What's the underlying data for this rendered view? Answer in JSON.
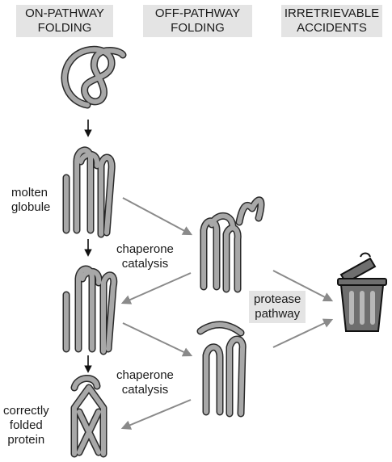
{
  "headers": {
    "on_pathway": [
      "ON-PATHWAY",
      "FOLDING"
    ],
    "off_pathway": [
      "OFF-PATHWAY",
      "FOLDING"
    ],
    "irretrievable": [
      "IRRETRIEVABLE",
      "ACCIDENTS"
    ]
  },
  "labels": {
    "molten_globule": [
      "molten",
      "globule"
    ],
    "chaperone_catalysis_1": [
      "chaperone",
      "catalysis"
    ],
    "chaperone_catalysis_2": [
      "chaperone",
      "catalysis"
    ],
    "correctly_folded": [
      "correctly",
      "folded",
      "protein"
    ],
    "protease_pathway": [
      "protease",
      "pathway"
    ]
  },
  "colors": {
    "header_bg": "#e4e4e4",
    "protein_fill": "#a8a8a8",
    "outline": "#2a2a2a",
    "gray_arrow": "#8a8a8a",
    "bin_fill": "#6e6e6e"
  },
  "icons": [
    "trash-bin-icon"
  ]
}
